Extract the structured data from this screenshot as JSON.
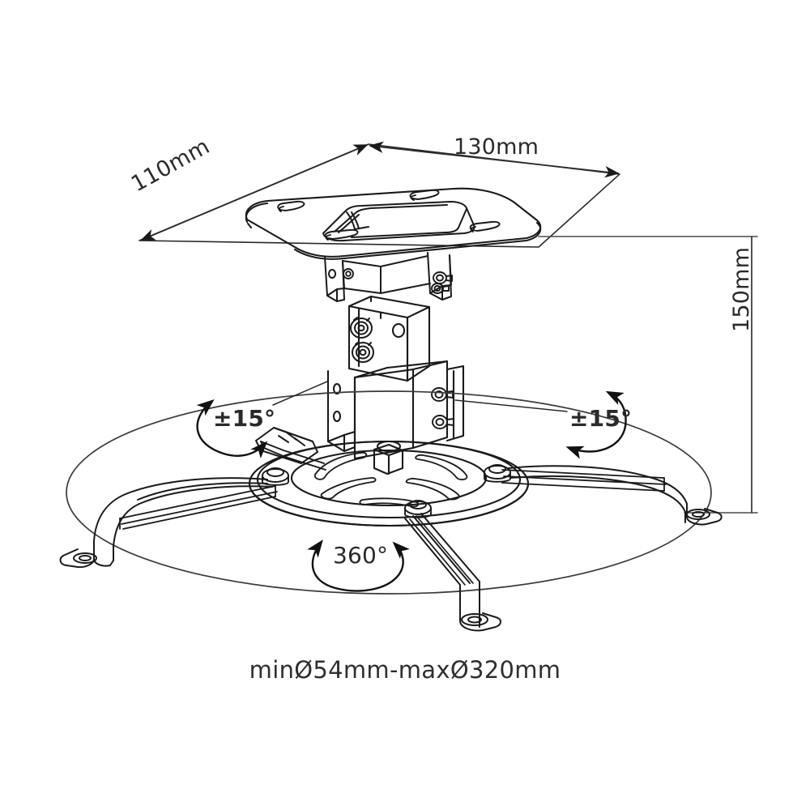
{
  "diagram": {
    "title": "Projector Ceiling Mount Dimension Drawing",
    "type": "technical-line-drawing",
    "background_color": "#ffffff",
    "line_color": "#1a1a1a",
    "text_color": "#2a2a2a"
  },
  "dimensions": {
    "plate_width": "130mm",
    "plate_depth": "110mm",
    "drop_height": "150mm"
  },
  "adjustments": {
    "tilt_left": "±15°",
    "tilt_right": "±15°",
    "swivel": "360°"
  },
  "caption": {
    "text": "minØ54mm-maxØ320mm",
    "min_diameter": "minØ54mm",
    "max_diameter": "maxØ320mm"
  },
  "parts": {
    "ceiling_plate": "ceiling-mounting-plate",
    "column": "telescoping-column",
    "tilt_bracket": "tilt-adjustment-bracket",
    "rotation_disc": "360-degree-rotation-disc",
    "arms": "adjustable-projector-arms",
    "arm_count": 4
  }
}
